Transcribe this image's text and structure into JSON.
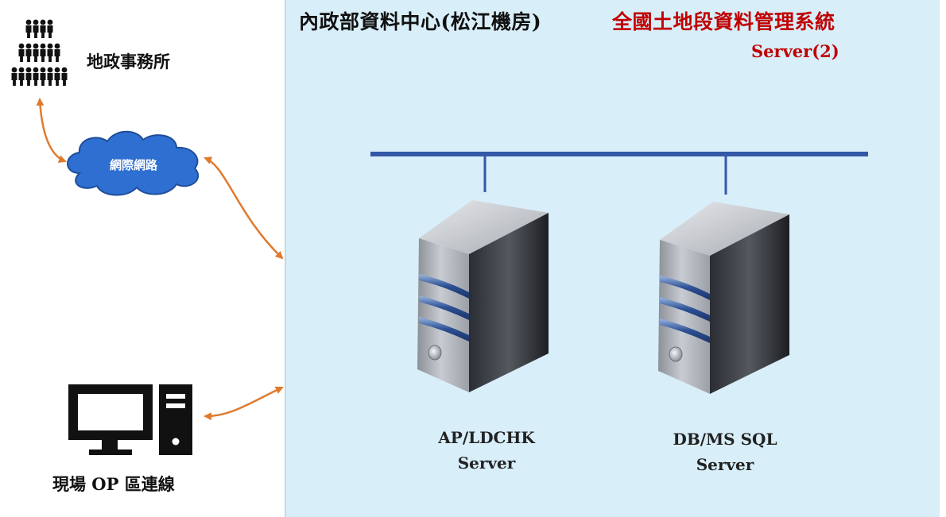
{
  "header": {
    "title_main": "內政部資料中心(松江機房)",
    "title_system": "全國土地段資料管理系統",
    "title_server": "Server(2)"
  },
  "left": {
    "office_label": "地政事務所",
    "cloud_label": "網際網路",
    "op_label": "現場 OP 區連線"
  },
  "servers": [
    {
      "line1": "AP/LDCHK",
      "line2": "Server"
    },
    {
      "line1": "DB/MS SQL",
      "line2": "Server"
    }
  ],
  "colors": {
    "panel": "#d8eef9",
    "arrow": "#e07a2e",
    "cloud": "#2e6fd1",
    "network_bus": "#3358a8",
    "title_red": "#c00000"
  },
  "icons": [
    "people-group-icon",
    "cloud-icon",
    "desktop-computer-icon",
    "server-tower-icon"
  ]
}
